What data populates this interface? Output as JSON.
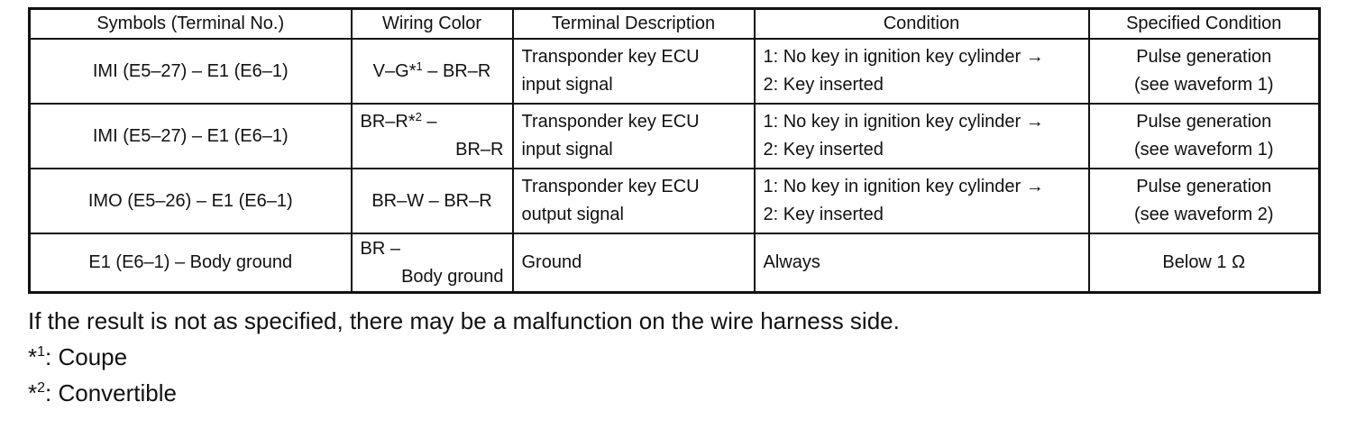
{
  "table": {
    "headers": [
      "Symbols (Terminal No.)",
      "Wiring Color",
      "Terminal Description",
      "Condition",
      "Specified Condition"
    ],
    "rows": [
      {
        "symbol": "IMI (E5–27) – E1 (E6–1)",
        "wiring": {
          "pre": "V–G*",
          "sup": "1",
          "post": " – BR–R"
        },
        "description": [
          "Transponder key ECU",
          "input signal"
        ],
        "condition": [
          "1: No key in ignition key cylinder →",
          "2: Key inserted"
        ],
        "specified": [
          "Pulse generation",
          "(see waveform 1)"
        ]
      },
      {
        "symbol": "IMI (E5–27) – E1 (E6–1)",
        "wiring": {
          "pre": "BR–R*",
          "sup": "2",
          "post": " –",
          "line2": "BR–R"
        },
        "description": [
          "Transponder key ECU",
          "input signal"
        ],
        "condition": [
          "1: No key in ignition key cylinder →",
          "2: Key inserted"
        ],
        "specified": [
          "Pulse generation",
          "(see waveform 1)"
        ]
      },
      {
        "symbol": "IMO (E5–26) – E1 (E6–1)",
        "wiring": {
          "text": "BR–W – BR–R"
        },
        "description": [
          "Transponder key ECU",
          "output signal"
        ],
        "condition": [
          "1: No key in ignition key cylinder →",
          "2: Key inserted"
        ],
        "specified": [
          "Pulse generation",
          "(see waveform 2)"
        ]
      },
      {
        "symbol": "E1 (E6–1) – Body ground",
        "wiring": {
          "line1": "BR –",
          "line2": "Body ground"
        },
        "description": "Ground",
        "condition": "Always",
        "specified": "Below 1 Ω"
      }
    ]
  },
  "notes": {
    "result": "If the result is not as specified, there may be a malfunction on the wire harness side.",
    "footnote1": {
      "mark": "*",
      "sup": "1",
      "text": ": Coupe"
    },
    "footnote2": {
      "mark": "*",
      "sup": "2",
      "text": ": Convertible"
    }
  }
}
